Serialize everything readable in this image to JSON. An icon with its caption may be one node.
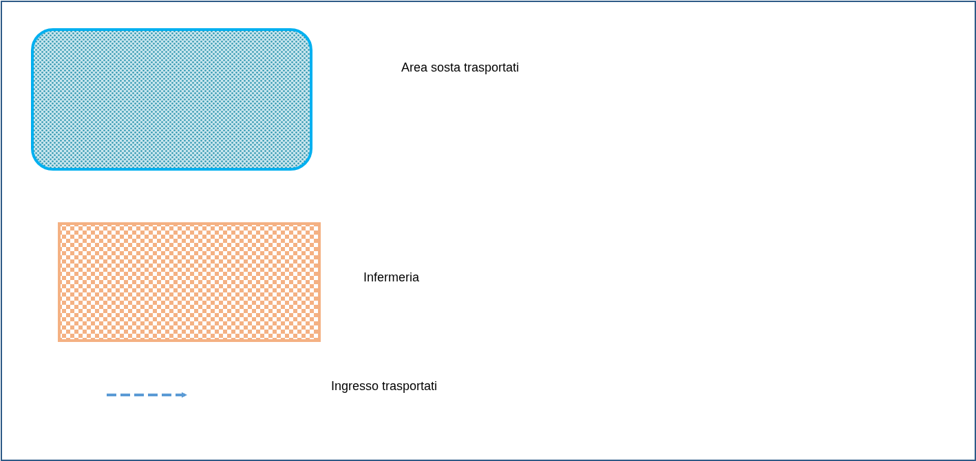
{
  "diagram": {
    "legend": [
      {
        "text": "Area sosta trasportati"
      },
      {
        "text": "Infermeria"
      },
      {
        "text": "Ingresso trasportati"
      }
    ]
  }
}
